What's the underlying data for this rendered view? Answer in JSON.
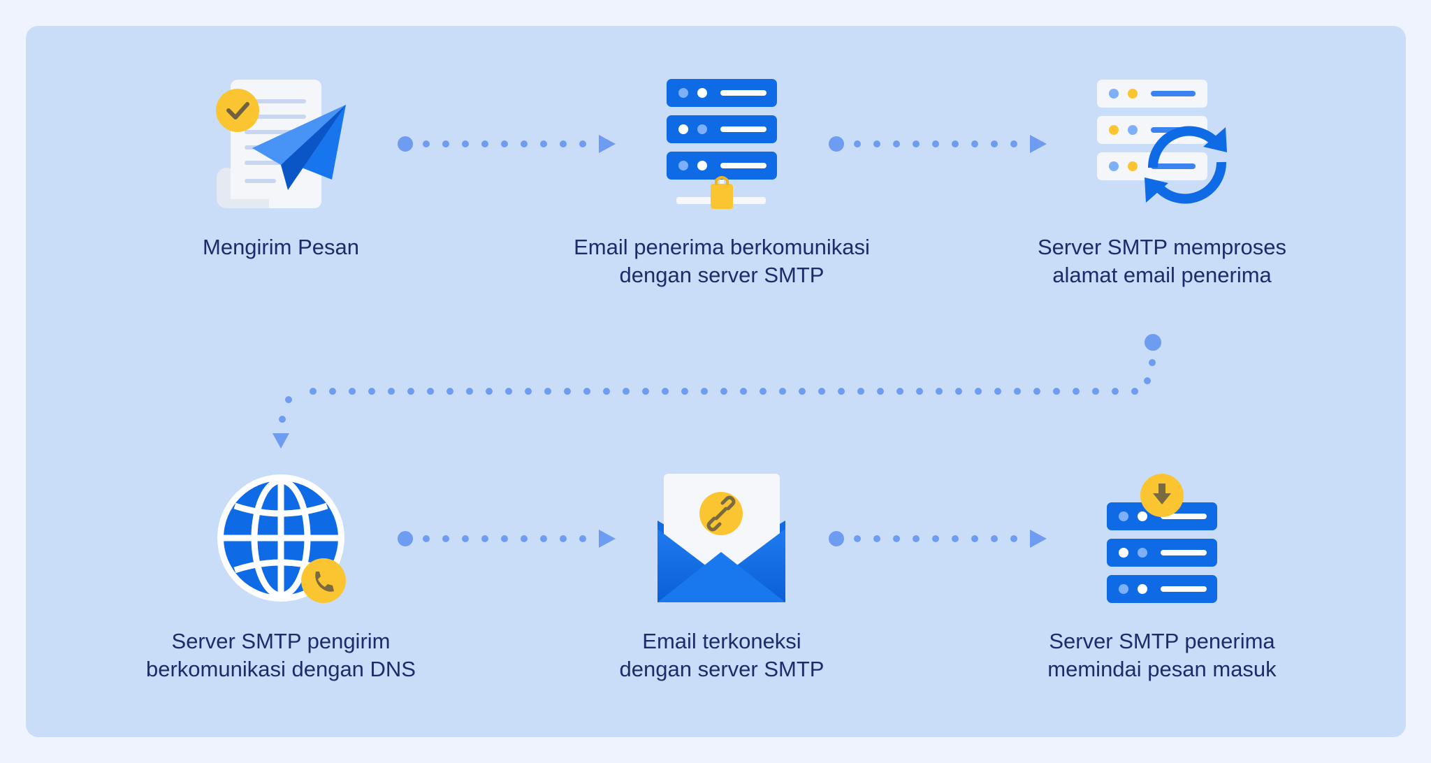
{
  "colors": {
    "background": "#eef3fd",
    "panel": "#c9dcf8",
    "primary_blue": "#0f6ae6",
    "dot_blue": "#6d9cf0",
    "accent_yellow": "#fbc531",
    "text": "#1b2c6b"
  },
  "steps": [
    {
      "icon": "paper-plane-document-icon",
      "lines": [
        "Mengirim Pesan"
      ]
    },
    {
      "icon": "server-network-icon",
      "lines": [
        "Email penerima berkomunikasi",
        "dengan server SMTP"
      ]
    },
    {
      "icon": "server-sync-icon",
      "lines": [
        "Server SMTP memproses",
        "alamat email penerima"
      ]
    },
    {
      "icon": "globe-phone-icon",
      "lines": [
        "Server SMTP pengirim",
        "berkomunikasi dengan DNS"
      ]
    },
    {
      "icon": "envelope-link-icon",
      "lines": [
        "Email terkoneksi",
        "dengan server SMTP"
      ]
    },
    {
      "icon": "server-download-icon",
      "lines": [
        "Server SMTP penerima",
        "memindai pesan masuk"
      ]
    }
  ]
}
